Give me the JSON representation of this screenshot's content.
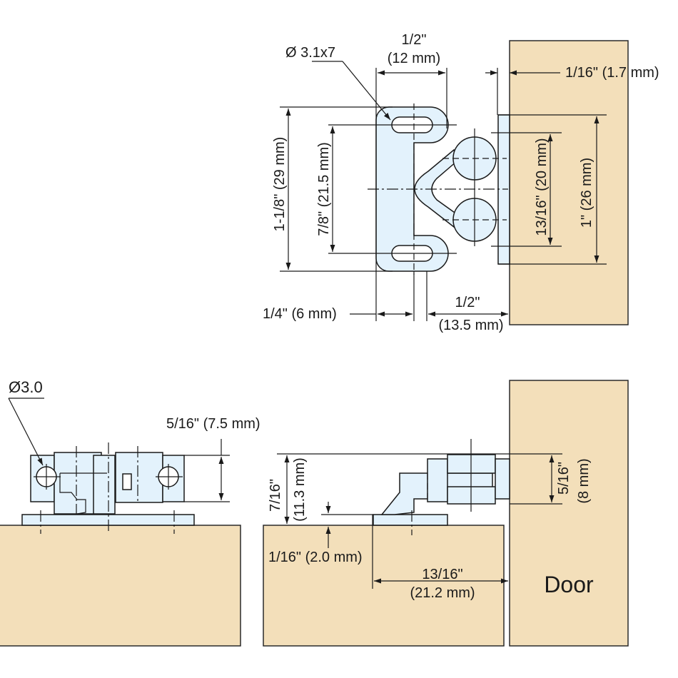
{
  "diagram": {
    "type": "technical-drawing",
    "subject": "double roller catch mounting dimensions",
    "colors": {
      "wood": "#f3dfba",
      "metal": "#e3f2fc",
      "line": "#1a1a1a",
      "background": "#ffffff"
    }
  },
  "top_view": {
    "slot_hole": "Ø 3.1x7",
    "plate_width": {
      "in": "1/2\"",
      "mm": "(12 mm)"
    },
    "door_offset": "1/16\" (1.7 mm)",
    "overall_height": "1-1/8\" (29 mm)",
    "slot_spacing": "7/8\" (21.5 mm)",
    "roller_spacing": "13/16\" (20 mm)",
    "strike_height": "1\" (26 mm)",
    "plate_thickness": "1/4\" (6 mm)",
    "projection": {
      "in": "1/2\"",
      "mm": "(13.5 mm)"
    }
  },
  "front_view": {
    "hole": "Ø3.0",
    "body_height": "5/16\" (7.5 mm)"
  },
  "side_view": {
    "overall_height": {
      "in": "7/16\"",
      "mm": "(11.3 mm)"
    },
    "base_thickness": "1/16\" (2.0 mm)",
    "setback": {
      "in": "13/16\"",
      "mm": "(21.2 mm)"
    },
    "strike_height": {
      "in": "5/16\"",
      "mm": "(8 mm)"
    },
    "door_label": "Door"
  }
}
